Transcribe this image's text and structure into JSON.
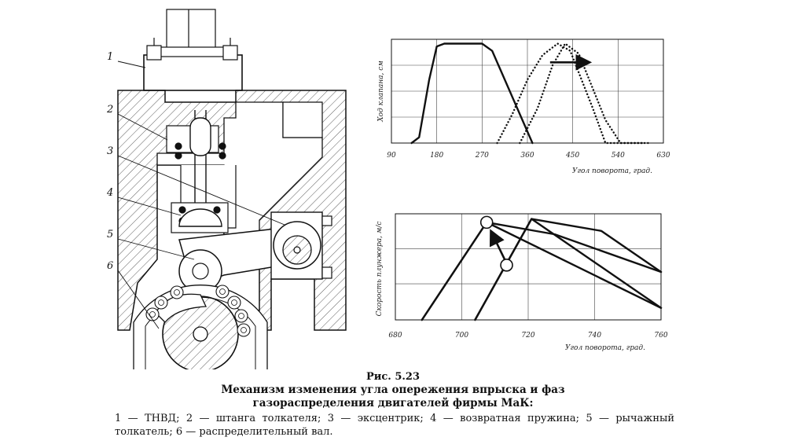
{
  "drawing": {
    "callouts": [
      "1",
      "2",
      "3",
      "4",
      "5",
      "6"
    ]
  },
  "chart_data": [
    {
      "type": "line",
      "ylabel": "Ход клапана, см",
      "xlabel": "Угол поворота, град.",
      "xlim": [
        90,
        630
      ],
      "xticks": [
        "90",
        "180",
        "270",
        "360",
        "450",
        "540",
        "630"
      ],
      "grid": true,
      "series": [
        {
          "style": "solid",
          "points": [
            [
              130,
              0
            ],
            [
              145,
              0.2
            ],
            [
              165,
              2.2
            ],
            [
              180,
              3.35
            ],
            [
              195,
              3.45
            ],
            [
              270,
              3.45
            ],
            [
              290,
              3.2
            ],
            [
              340,
              1.2
            ],
            [
              370,
              0
            ]
          ]
        },
        {
          "style": "dotted",
          "points": [
            [
              300,
              0
            ],
            [
              330,
              1.0
            ],
            [
              360,
              2.2
            ],
            [
              390,
              3.05
            ],
            [
              420,
              3.45
            ],
            [
              445,
              3.2
            ],
            [
              490,
              1.2
            ],
            [
              515,
              0
            ],
            [
              600,
              0
            ]
          ]
        },
        {
          "style": "dotted",
          "points": [
            [
              345,
              0
            ],
            [
              380,
              1.2
            ],
            [
              410,
              2.7
            ],
            [
              435,
              3.45
            ],
            [
              462,
              3.1
            ],
            [
              515,
              0.8
            ],
            [
              545,
              0
            ],
            [
              590,
              0
            ]
          ]
        }
      ],
      "annotations": [
        {
          "type": "arrow",
          "from": [
            405,
            2.8
          ],
          "to": [
            480,
            2.8
          ]
        }
      ]
    },
    {
      "type": "line",
      "ylabel": "Скорость плунжера, м/с",
      "xlabel": "Угол поворота, град.",
      "xlim": [
        680,
        760
      ],
      "xticks": [
        "680",
        "700",
        "720",
        "740",
        "760"
      ],
      "grid": true,
      "series": [
        {
          "style": "solid",
          "points": [
            [
              688,
              0
            ],
            [
              707.5,
              2.85
            ],
            [
              728,
              2.5
            ],
            [
              760,
              1.4
            ]
          ]
        },
        {
          "style": "solid",
          "points": [
            [
              688,
              0
            ],
            [
              707.5,
              2.85
            ],
            [
              760,
              0.35
            ]
          ]
        },
        {
          "style": "solid",
          "points": [
            [
              704,
              0
            ],
            [
              721,
              2.95
            ],
            [
              742,
              2.6
            ],
            [
              760,
              1.4
            ]
          ]
        },
        {
          "style": "solid",
          "points": [
            [
              704,
              0
            ],
            [
              721,
              2.95
            ],
            [
              760,
              0.35
            ]
          ]
        }
      ],
      "markers": [
        [
          707.5,
          2.85
        ],
        [
          713.5,
          1.6
        ]
      ],
      "annotations": [
        {
          "type": "arrow",
          "from": [
            713,
            1.75
          ],
          "to": [
            709,
            2.55
          ]
        }
      ]
    }
  ],
  "caption": {
    "number": "Рис. 5.23",
    "title_line1": "Механизм изменения угла опережения впрыска и фаз",
    "title_line2": "газораспределения двигателей фирмы МаК:",
    "legend": "1 — ТНВД; 2 — штанга толкателя; 3 — эксцентрик; 4 — возвратная пружина; 5 — рычажный толкатель; 6 — распределительный вал."
  }
}
